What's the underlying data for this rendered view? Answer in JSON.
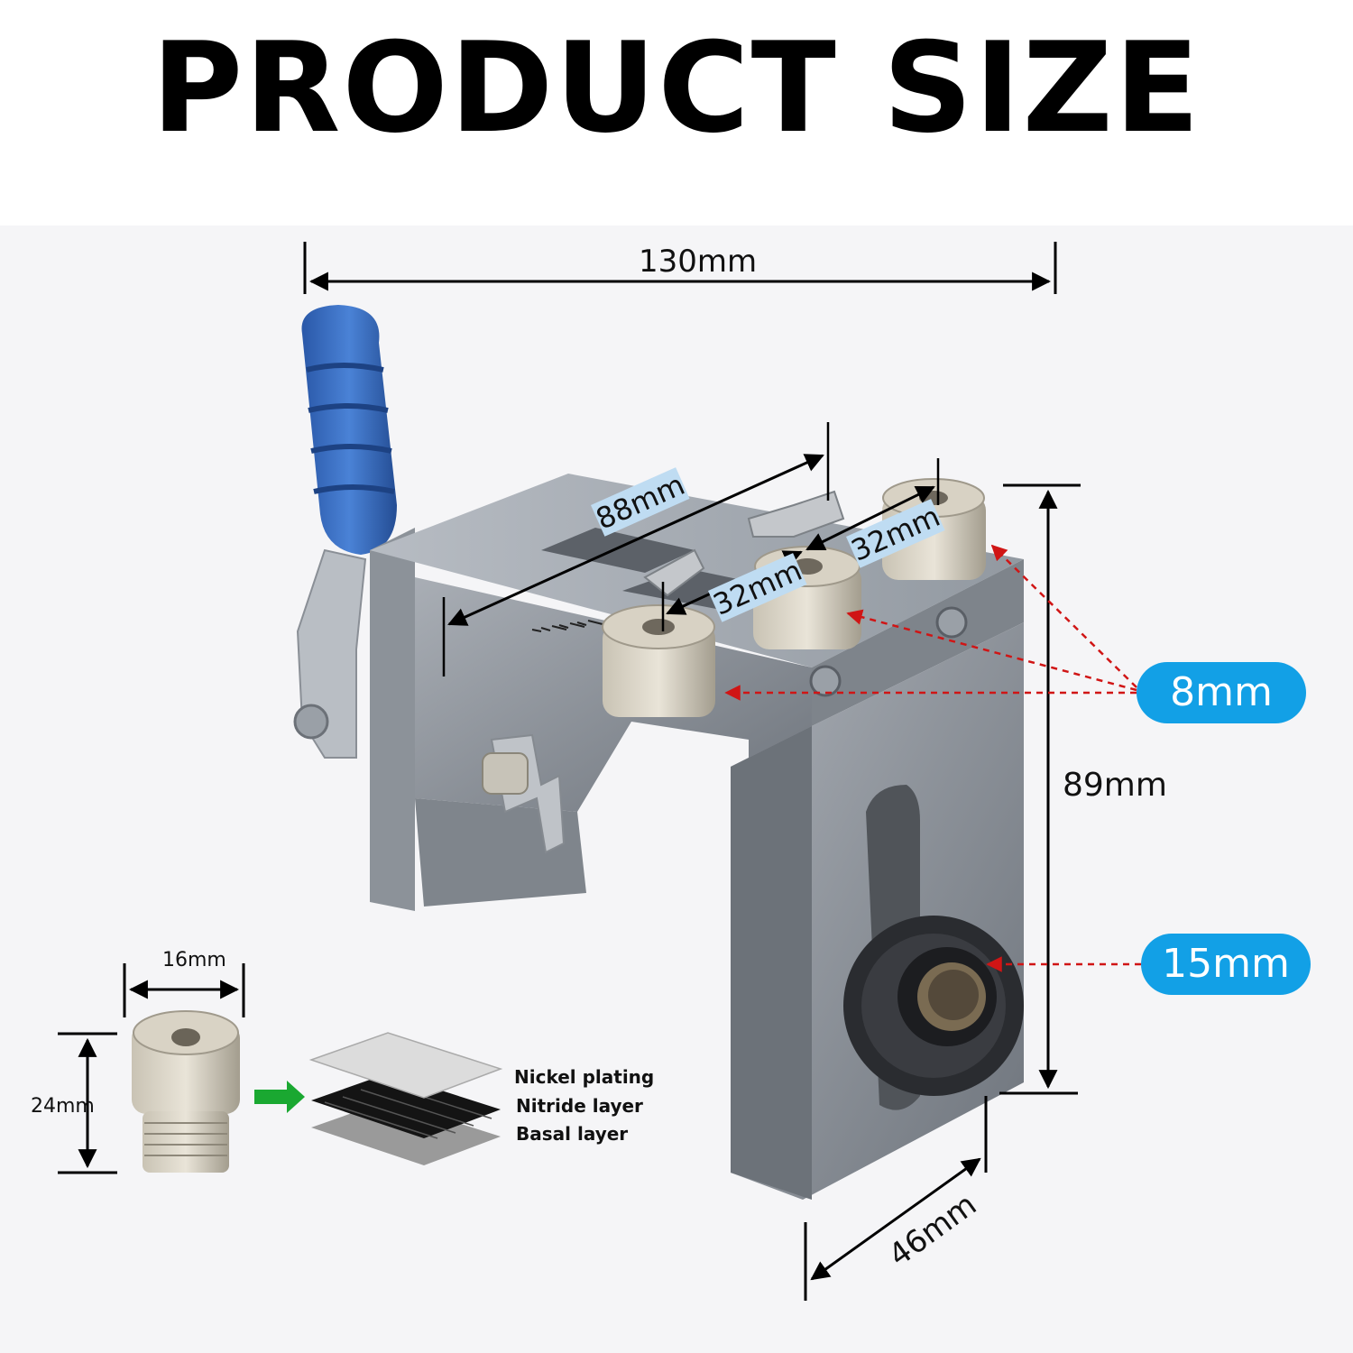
{
  "title": "PRODUCT SIZE",
  "dimensions": {
    "width_total": "130mm",
    "depth": "88mm",
    "spacing_1": "32mm",
    "spacing_2": "32mm",
    "height": "89mm",
    "base_width": "46mm",
    "bushing_diameter": "16mm",
    "bushing_height": "24mm"
  },
  "callouts": {
    "hole_size": "8mm",
    "large_hole": "15mm"
  },
  "layers": [
    "Nickel plating",
    "Nitride layer",
    "Basal layer"
  ],
  "colors": {
    "accent": "#12a0e6",
    "handle": "#3a6fc4",
    "body": "#8a9098",
    "arrow_red": "#d01515",
    "arrow_green": "#1aa831"
  }
}
